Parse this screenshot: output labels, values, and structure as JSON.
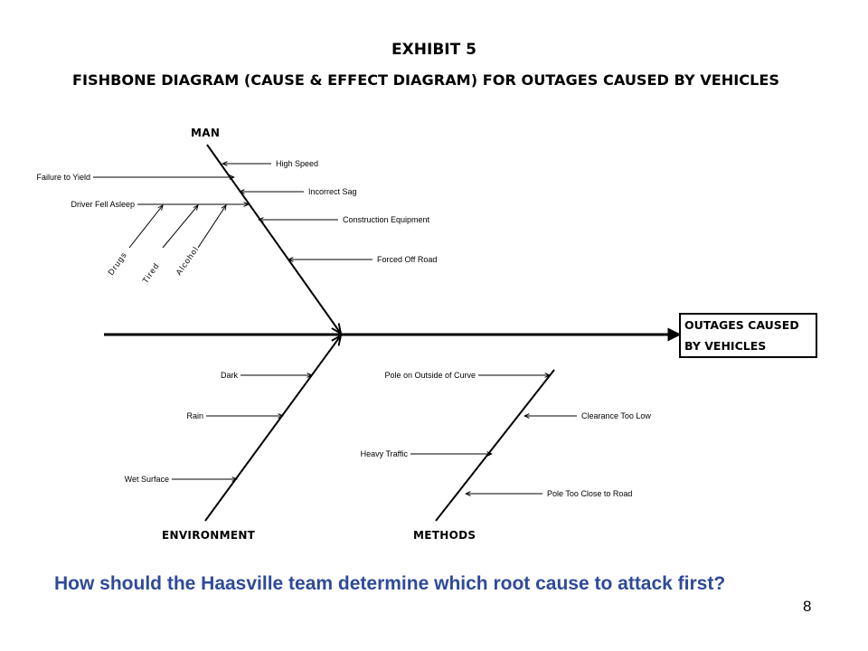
{
  "slide": {
    "exhibit_title": "EXHIBIT 5",
    "diagram_title": "FISHBONE DIAGRAM (CAUSE & EFFECT DIAGRAM) FOR OUTAGES CAUSED BY VEHICLES",
    "question": "How should the Haasville team determine which root cause to attack first?",
    "page_number": "8"
  },
  "fishbone": {
    "effect": {
      "line1": "OUTAGES CAUSED",
      "line2": "BY VEHICLES"
    },
    "categories": {
      "man": "MAN",
      "environment": "ENVIRONMENT",
      "methods": "METHODS"
    },
    "causes": {
      "man": [
        "High Speed",
        "Incorrect Sag",
        "Construction Equipment",
        "Forced Off Road",
        "Failure to Yield",
        "Driver Fell Asleep"
      ],
      "driver_fell_asleep_subcauses": [
        "Drugs",
        "Tired",
        "Alcohol"
      ],
      "environment": [
        "Dark",
        "Rain",
        "Wet Surface"
      ],
      "methods": [
        "Pole on Outside of Curve",
        "Clearance Too Low",
        "Heavy Traffic",
        "Pole Too Close to Road"
      ]
    }
  }
}
